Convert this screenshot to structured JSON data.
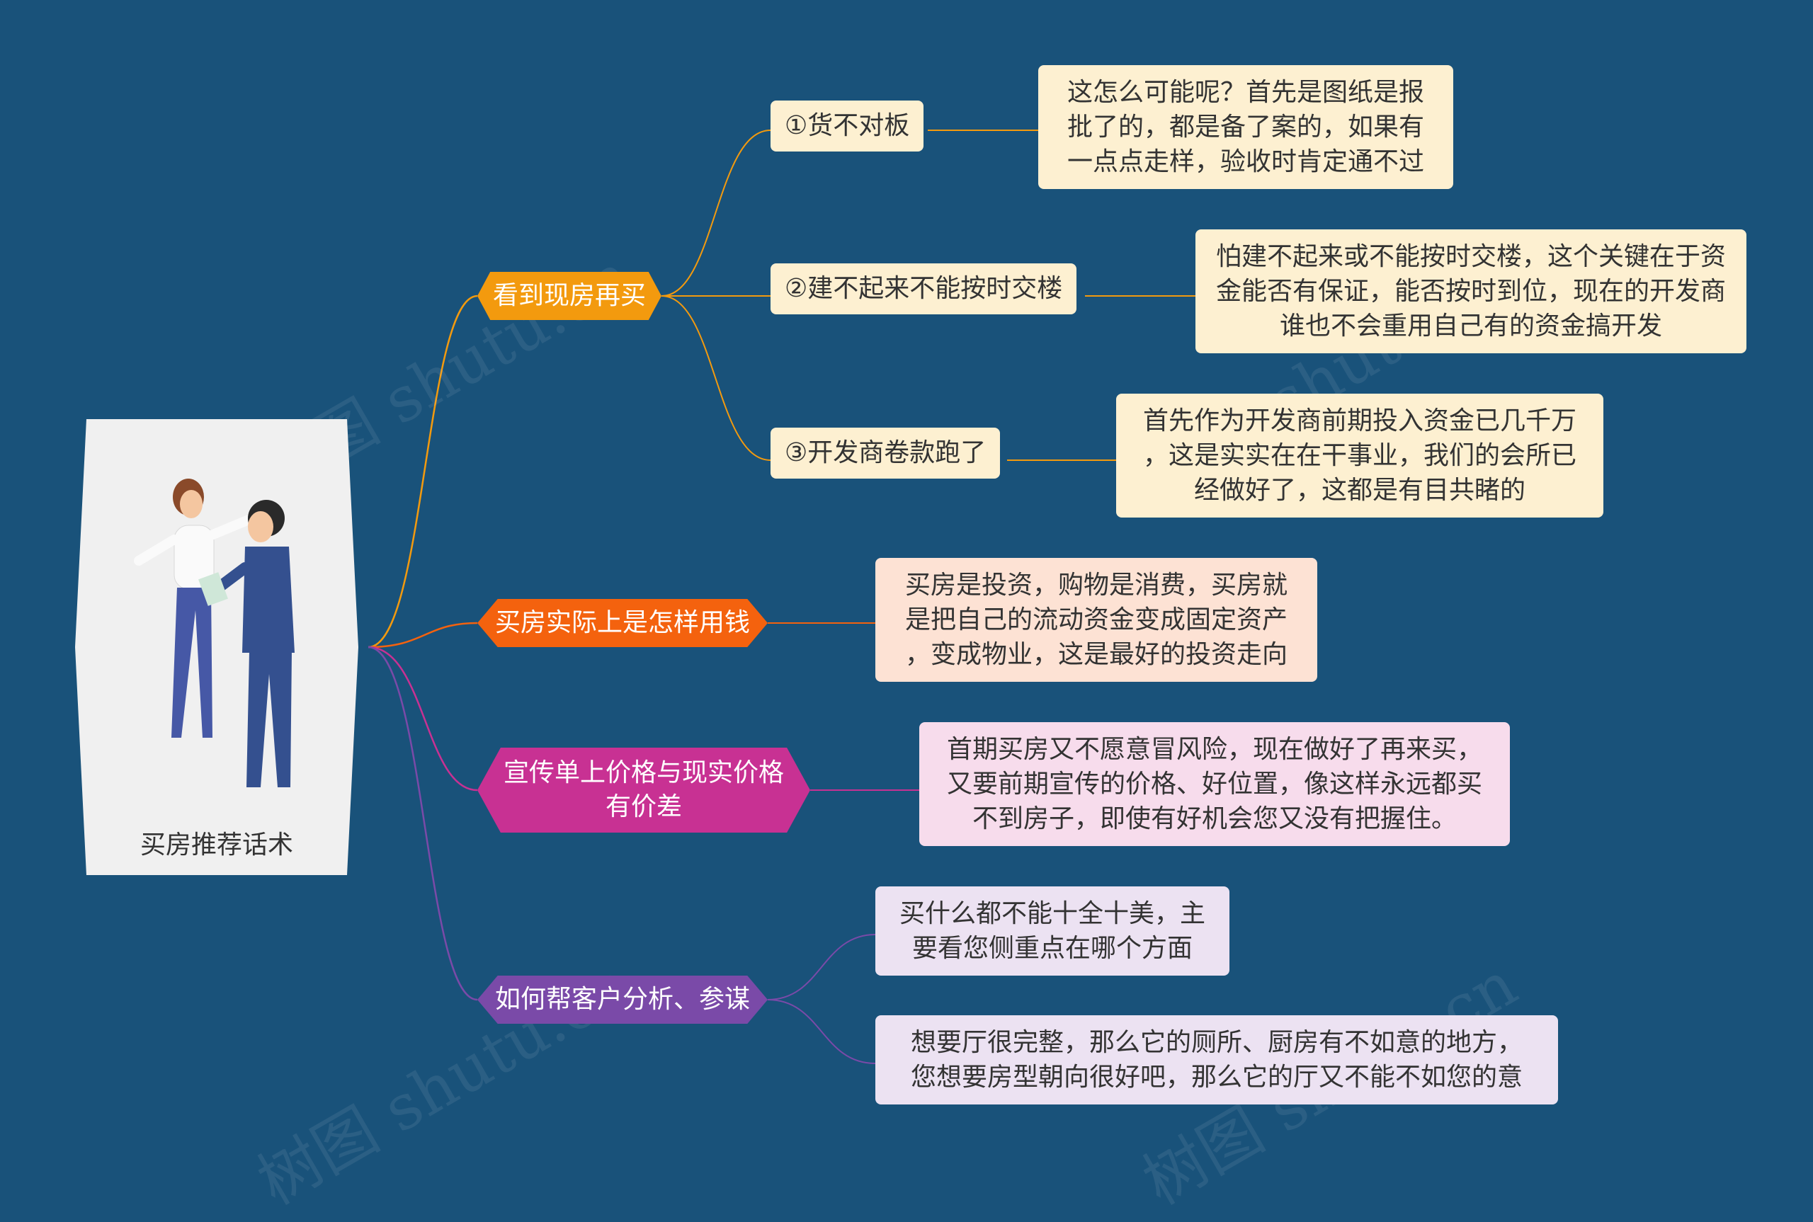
{
  "root": {
    "title": "买房推荐话术"
  },
  "branches": [
    {
      "id": "b1",
      "label": "看到现房再买",
      "color": "#f39a0e",
      "children": [
        {
          "label": "①货不对板",
          "text": [
            "这怎么可能呢？首先是图纸是报",
            "批了的，都是备了案的，如果有",
            "一点点走样，验收时肯定通不过"
          ]
        },
        {
          "label": "②建不起来不能按时交楼",
          "text": [
            "怕建不起来或不能按时交楼，这个关键在于资",
            "金能否有保证，能否按时到位，现在的开发商",
            "谁也不会重用自己有的资金搞开发"
          ]
        },
        {
          "label": "③开发商卷款跑了",
          "text": [
            "首先作为开发商前期投入资金已几千万",
            "，这是实实在在干事业，我们的会所已",
            "经做好了，这都是有目共睹的"
          ]
        }
      ]
    },
    {
      "id": "b2",
      "label": "买房实际上是怎样用钱",
      "color": "#f4620e",
      "text": [
        "买房是投资，购物是消费，买房就",
        "是把自己的流动资金变成固定资产",
        "，变成物业，这是最好的投资走向"
      ]
    },
    {
      "id": "b3",
      "label": "宣传单上价格与现实价格有价差",
      "color": "#c83193",
      "text": [
        "首期买房又不愿意冒风险，现在做好了再来买，",
        "又要前期宣传的价格、好位置，像这样永远都买",
        "不到房子，即使有好机会您又没有把握住。"
      ]
    },
    {
      "id": "b4",
      "label": "如何帮客户分析、参谋",
      "color": "#7a4aa8",
      "texts": [
        [
          "买什么都不能十全十美，主",
          "要看您侧重点在哪个方面"
        ],
        [
          "想要厅很完整，那么它的厕所、厨房有不如意的地方，",
          "您想要房型朝向很好吧，那么它的厅又不能不如您的意"
        ]
      ]
    }
  ],
  "watermark": "树图 shutu.cn"
}
